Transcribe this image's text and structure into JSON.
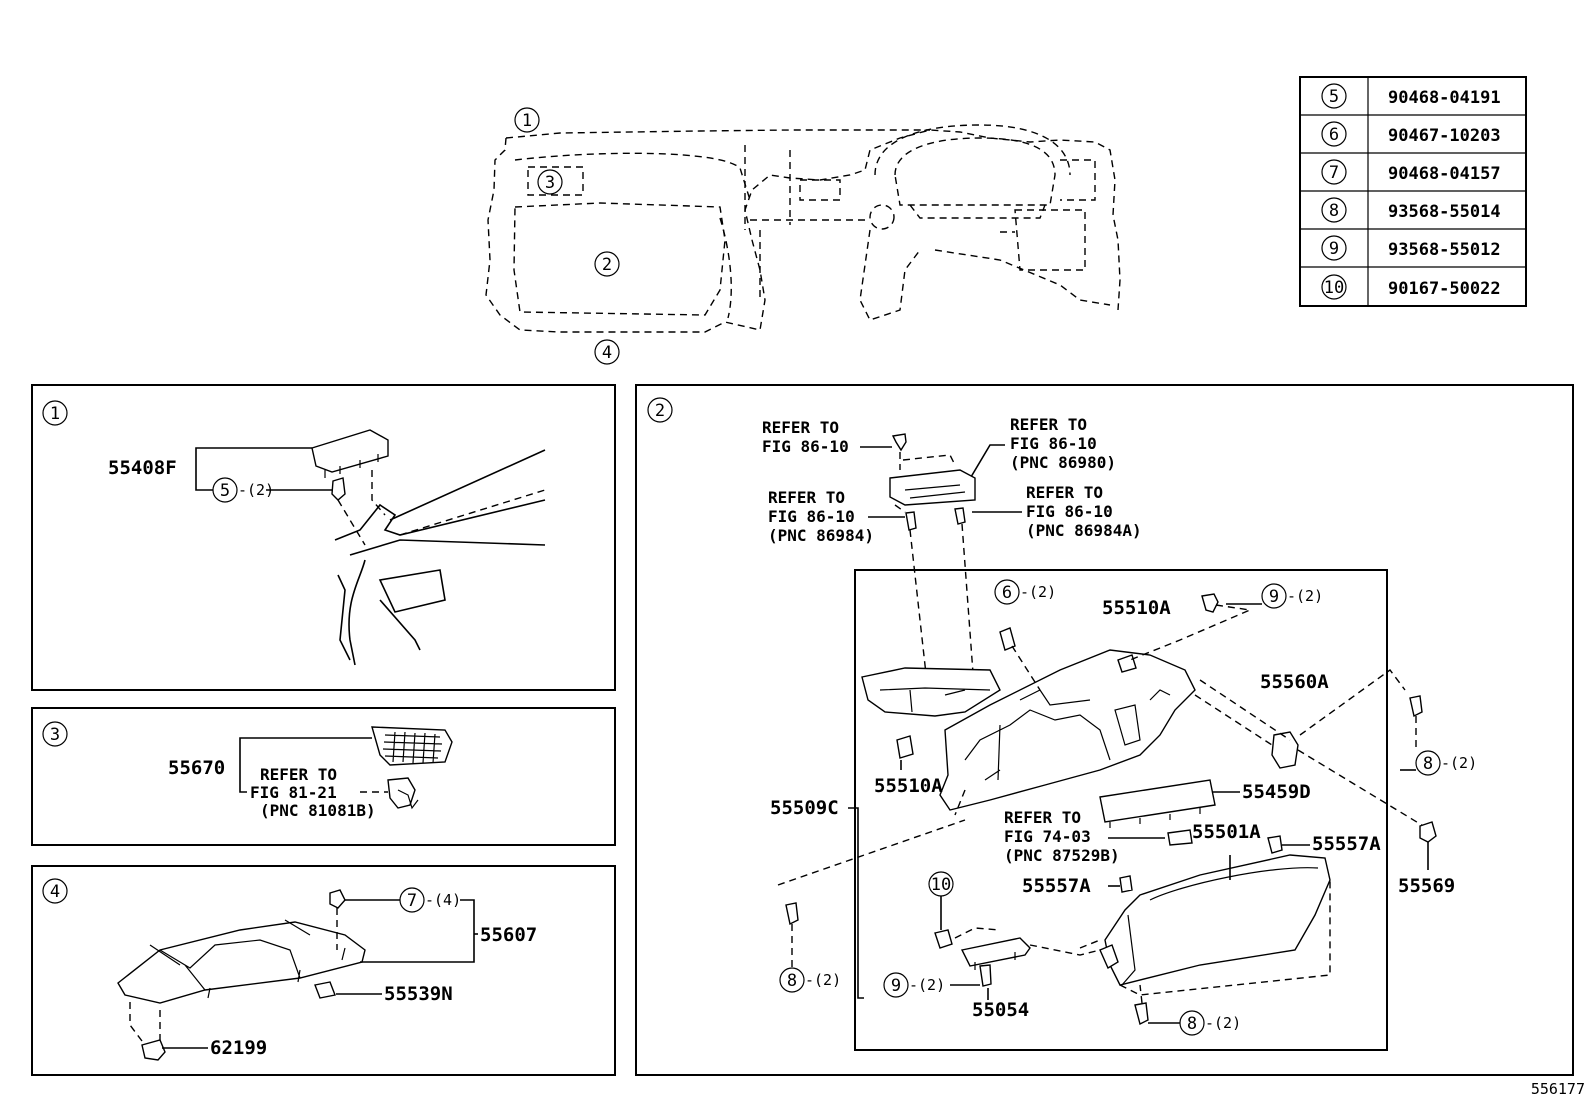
{
  "figure_id": "556177",
  "overview_labels": [
    "1",
    "2",
    "3",
    "4"
  ],
  "bolt_table": [
    {
      "ref": "5",
      "part": "90468-04191"
    },
    {
      "ref": "6",
      "part": "90467-10203"
    },
    {
      "ref": "7",
      "part": "90468-04157"
    },
    {
      "ref": "8",
      "part": "93568-55014"
    },
    {
      "ref": "9",
      "part": "93568-55012"
    },
    {
      "ref": "10",
      "part": "90167-50022"
    }
  ],
  "panel1": {
    "id": "1",
    "part": "55408F",
    "callout": {
      "ref": "5",
      "qty": "-(2)"
    }
  },
  "panel3": {
    "id": "3",
    "part": "55670",
    "refer": [
      "REFER TO",
      "FIG 81-21",
      "(PNC 81081B)"
    ]
  },
  "panel4": {
    "id": "4",
    "callout": {
      "ref": "7",
      "qty": "-(4)"
    },
    "parts": [
      "55607",
      "55539N",
      "62199"
    ]
  },
  "panel2": {
    "id": "2",
    "refer_a": [
      "REFER TO",
      "FIG 86-10"
    ],
    "refer_b": [
      "REFER TO",
      "FIG 86-10",
      "(PNC 86980)"
    ],
    "refer_c": [
      "REFER TO",
      "FIG 86-10",
      "(PNC 86984)"
    ],
    "refer_d": [
      "REFER TO",
      "FIG 86-10",
      "(PNC 86984A)"
    ],
    "refer_e": [
      "REFER TO",
      "FIG 74-03",
      "(PNC 87529B)"
    ],
    "callouts": [
      {
        "ref": "6",
        "qty": "-(2)"
      },
      {
        "ref": "9",
        "qty": "-(2)"
      },
      {
        "ref": "8",
        "qty": "-(2)"
      },
      {
        "ref": "8",
        "qty": "-(2)"
      },
      {
        "ref": "9",
        "qty": "-(2)"
      },
      {
        "ref": "8",
        "qty": "-(2)"
      },
      {
        "ref": "10",
        "qty": ""
      }
    ],
    "parts": [
      "55510A",
      "55560A",
      "55510A",
      "55459D",
      "55509C",
      "55501A",
      "55557A",
      "55557A",
      "55569",
      "55054"
    ]
  }
}
